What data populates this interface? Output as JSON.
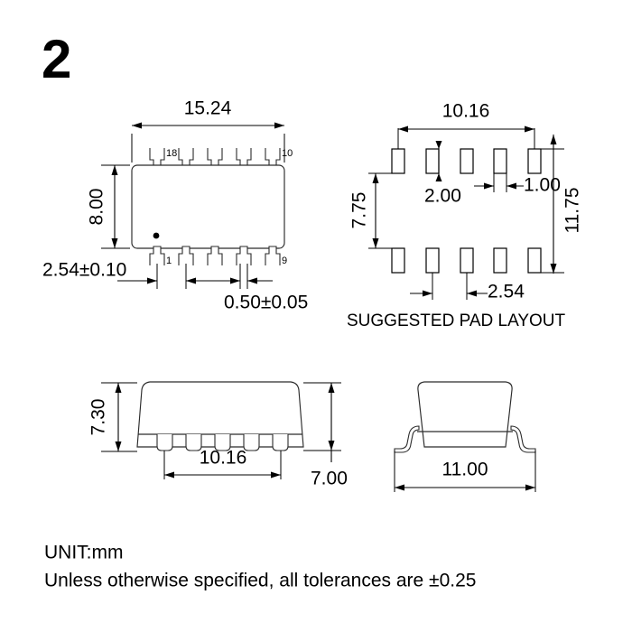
{
  "sheet": {
    "number": "2"
  },
  "views": {
    "top_view": {
      "name": "top-view",
      "dimensions": {
        "width": "15.24",
        "height": "8.00",
        "pin_pitch": "2.54±0.10",
        "pin_width": "0.50±0.05"
      },
      "pin_labels": {
        "top_left": "18",
        "top_right": "10",
        "bottom_left": "1",
        "bottom_right": "9"
      },
      "pin_count_per_row": 5
    },
    "pad_layout": {
      "name": "pad-layout-view",
      "caption": "SUGGESTED PAD LAYOUT",
      "dimensions": {
        "pad_span_width": "10.16",
        "inner_height": "7.75",
        "pad_height": "2.00",
        "pad_width": "1.00",
        "outer_height": "11.75",
        "pad_pitch": "2.54"
      },
      "pad_count_per_row": 5
    },
    "side_view": {
      "name": "side-view",
      "dimensions": {
        "body_height": "7.30",
        "lead_span": "10.16",
        "body_depth": "7.00"
      }
    },
    "end_view": {
      "name": "end-view",
      "dimensions": {
        "lead_span": "11.00"
      }
    }
  },
  "notes": {
    "unit": "UNIT:mm",
    "tolerance": "Unless otherwise specified, all tolerances are ±0.25"
  },
  "colors": {
    "line": "#000000",
    "body_line": "#2b2b2b",
    "background": "#ffffff"
  }
}
